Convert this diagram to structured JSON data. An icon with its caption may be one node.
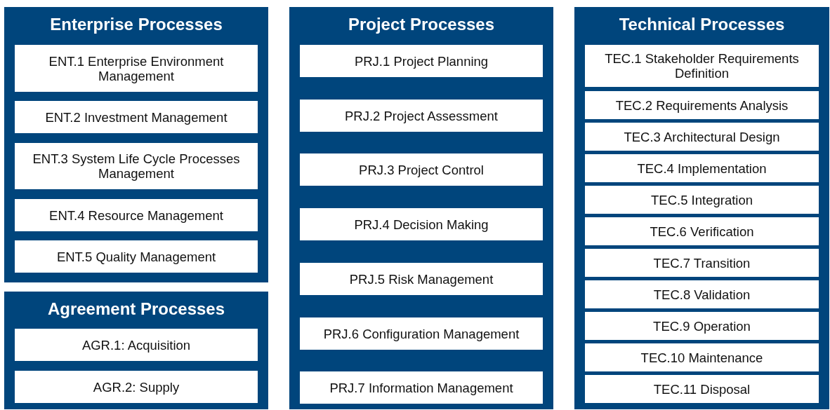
{
  "diagram": {
    "nodes": [
      {
        "text": [
          "Enterprise Processes"
        ]
      },
      {
        "text": [
          "ENT.1 Enterprise Environment Management"
        ],
        "in": 0
      },
      {
        "text": [
          "ENT.2 Investment Management"
        ],
        "in": 0
      },
      {
        "text": [
          "ENT.3 System Life Cycle Processes Management"
        ],
        "in": 0
      },
      {
        "text": [
          "ENT.4 Resource Management"
        ],
        "in": 0
      },
      {
        "text": [
          "ENT.5 Quality Management"
        ],
        "in": 0
      },
      {
        "text": [
          "Agreement Processes"
        ]
      },
      {
        "text": [
          "AGR.1: Acquisition"
        ],
        "in": 6
      },
      {
        "text": [
          "AGR.2: Supply"
        ],
        "in": 6
      },
      {
        "text": [
          "Project Processes"
        ]
      },
      {
        "text": [
          "PRJ.1 Project Planning"
        ],
        "in": 9
      },
      {
        "text": [
          "PRJ.2 Project Assessment"
        ],
        "in": 9
      },
      {
        "text": [
          "PRJ.3 Project Control"
        ],
        "in": 9
      },
      {
        "text": [
          "PRJ.4 Decision Making"
        ],
        "in": 9
      },
      {
        "text": [
          "PRJ.5 Risk Management"
        ],
        "in": 9
      },
      {
        "text": [
          "PRJ.6 Configuration Management"
        ],
        "in": 9
      },
      {
        "text": [
          "PRJ.7 Information Management"
        ],
        "in": 9
      },
      {
        "text": [
          "Technical Processes"
        ]
      },
      {
        "text": [
          "TEC.1 Stakeholder Requirements Definition"
        ],
        "in": 17
      },
      {
        "text": [
          "TEC.2 Requirements Analysis"
        ],
        "in": 17
      },
      {
        "text": [
          "TEC.3 Architectural Design"
        ],
        "in": 17
      },
      {
        "text": [
          "TEC.4 Implementation"
        ],
        "in": 17
      },
      {
        "text": [
          "TEC.5 Integration"
        ],
        "in": 17
      },
      {
        "text": [
          "TEC.6 Verification"
        ],
        "in": 17
      },
      {
        "text": [
          "TEC.7 Transition"
        ],
        "in": 17
      },
      {
        "text": [
          "TEC.8 Validation"
        ],
        "in": 17
      },
      {
        "text": [
          "TEC.9 Operation"
        ],
        "in": 17
      },
      {
        "text": [
          "TEC.10 Maintenance"
        ],
        "in": 17
      },
      {
        "text": [
          "TEC.11 Disposal"
        ],
        "in": 17
      }
    ]
  }
}
